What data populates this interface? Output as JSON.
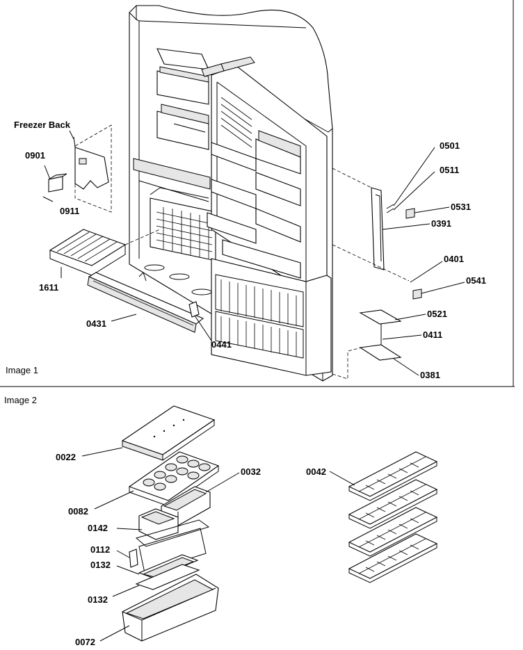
{
  "panels": {
    "image1_label": "Image 1",
    "image2_label": "Image 2"
  },
  "image1_callouts": {
    "freezer_back": "Freezer Back",
    "c0901": "0901",
    "c0911": "0911",
    "c1611": "1611",
    "c0431": "0431",
    "c0441": "0441",
    "c0501": "0501",
    "c0511": "0511",
    "c0531": "0531",
    "c0391": "0391",
    "c0401": "0401",
    "c0541": "0541",
    "c0521": "0521",
    "c0411": "0411",
    "c0381": "0381"
  },
  "image2_callouts": {
    "c0022": "0022",
    "c0032": "0032",
    "c0082": "0082",
    "c0142": "0142",
    "c0112": "0112",
    "c0132a": "0132",
    "c0132b": "0132",
    "c0072": "0072",
    "c0042": "0042"
  }
}
